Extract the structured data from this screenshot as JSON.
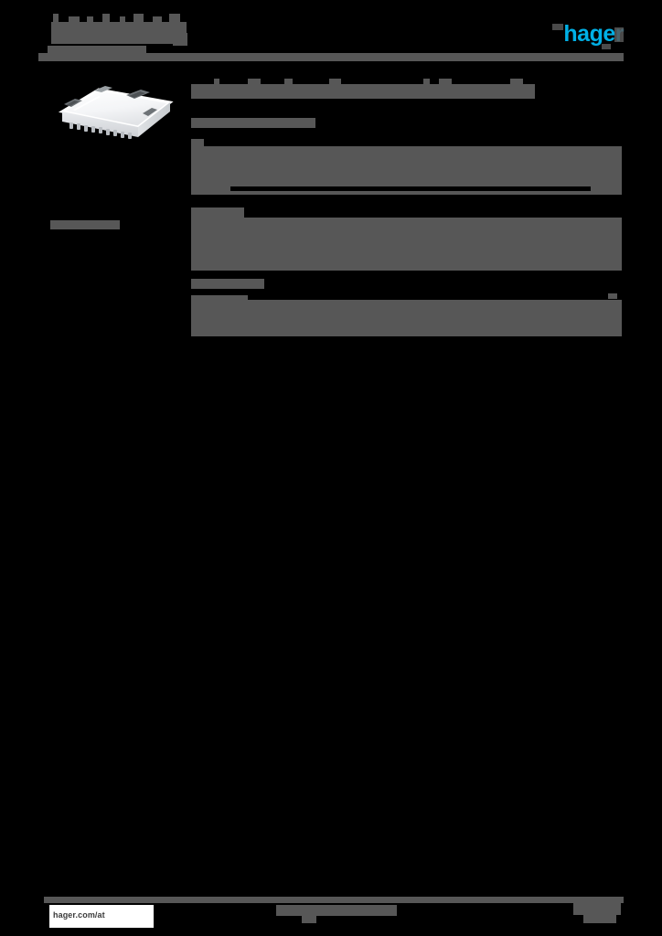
{
  "document": {
    "kind": "product-datasheet-page",
    "brand": "hager",
    "brand_color": "#00b0e6",
    "page_background": "#000000",
    "redaction_color": "#575757",
    "redaction_color_dark": "#3b3b3b",
    "redaction_note": "All textual content on this page is redacted with opaque blocks; no characters are legible except the footer URL and the brand wordmark."
  },
  "header": {
    "title_text": "",
    "subtitle_text": "",
    "logo_label": "hager",
    "rule_visible": true
  },
  "left_column": {
    "product_image_alt": "white surface-mount electrical enclosure / junction box, three-quarter view",
    "caption_text": ""
  },
  "main": {
    "heading_text": "",
    "subheading_text": "",
    "sections": [
      {
        "label_text": "",
        "body_text": ""
      },
      {
        "label_text": "",
        "body_text": ""
      },
      {
        "label_text": "",
        "body_text": ""
      }
    ]
  },
  "footer": {
    "url": "hager.com/at",
    "center_text": "",
    "right_text": "",
    "rule_visible": true
  }
}
